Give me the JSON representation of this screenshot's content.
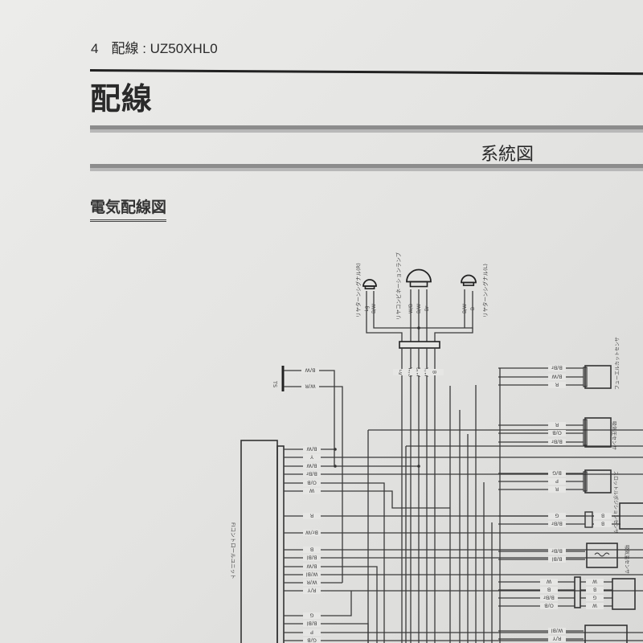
{
  "header": {
    "page_number": "4",
    "running_title": "配線 : UZ50XHL0"
  },
  "page_title": "配線",
  "section_title": "系統図",
  "subsection_title": "電気配線図",
  "diagram": {
    "components": {
      "rear_signal_r": "リヤターンシグナル(R)",
      "rear_combination_lamp": "リヤコンビネーションランプ",
      "rear_signal_l": "リヤターンシグナル(L)",
      "ts": "TS",
      "fi_control_unit": "FIコントロールユニット",
      "fuel_cut_sensor": "フューエルカットセンサ",
      "intake_pressure_sensor": "吸気圧センサ",
      "throttle_position_sensor": "スロットルポジションセンサ",
      "intake_temp_sensor": "吸気温センサ"
    },
    "bulb_wires": {
      "rear_signal_r": [
        "Lg",
        "B/W"
      ],
      "rear_combination_lamp": [
        "W/B",
        "B/W",
        "Br"
      ],
      "rear_signal_l": [
        "B/W",
        "B"
      ]
    },
    "harness_wires": [
      "Lg",
      "W/B",
      "B/W",
      "Y/W",
      "B"
    ],
    "ts_wires": [
      "B/W",
      "W/R"
    ],
    "ecu_wires": [
      "B/W",
      "Y",
      "B/W",
      "B/Br",
      "O/B",
      "W",
      "R",
      "Br/W",
      "B",
      "B/Bl",
      "B/W",
      "W/Bl",
      "W/R",
      "R/Y",
      "G",
      "B/Bl",
      "P",
      "G/B"
    ],
    "fuel_cut_sensor_wires": [
      "B/Br",
      "B/W",
      "R"
    ],
    "intake_pressure_sensor_wires": [
      "R",
      "O/B",
      "B/Br"
    ],
    "throttle_sensor_wires": [
      "B/G",
      "P",
      "R"
    ],
    "coil_wires": [
      "G",
      "B/Br"
    ],
    "coil_side_wires": [
      "B",
      "B"
    ],
    "temp_sensor_wires": [
      "B/Br",
      "B/Bl"
    ],
    "connector_wires": [
      "W",
      "B",
      "B/Br",
      "O/B"
    ],
    "connector_side_wires": [
      "W",
      "B",
      "G",
      "W"
    ],
    "bottom_wires": [
      "W/Bl",
      "R/Y"
    ]
  }
}
